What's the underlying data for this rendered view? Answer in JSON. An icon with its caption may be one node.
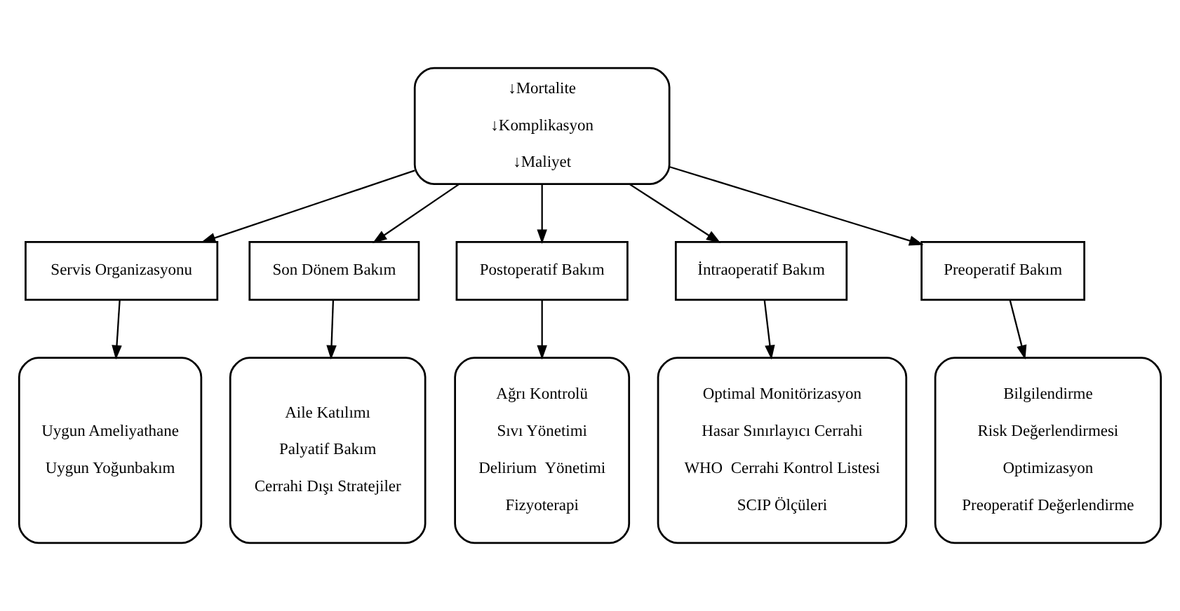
{
  "diagram": {
    "nodes": [
      {
        "text": [
          "↓Mortalite",
          "↓Komplikasyon",
          "↓Maliyet"
        ]
      },
      {
        "text": [
          "Servis Organizasyonu"
        ]
      },
      {
        "text": [
          "Son Dönem Bakım"
        ]
      },
      {
        "text": [
          "Postoperatif Bakım"
        ]
      },
      {
        "text": [
          "İntraoperatif Bakım"
        ]
      },
      {
        "text": [
          "Preoperatif Bakım"
        ]
      },
      {
        "text": [
          "Uygun Ameliyathane",
          "Uygun Yoğunbakım"
        ]
      },
      {
        "text": [
          "Aile Katılımı",
          "Palyatif Bakım",
          "Cerrahi Dışı Stratejiler"
        ]
      },
      {
        "text": [
          "Ağrı Kontrolü",
          "Sıvı Yönetimi",
          "Delirium  Yönetimi",
          "Fizyoterapi"
        ]
      },
      {
        "text": [
          "Optimal Monitörizasyon",
          "Hasar Sınırlayıcı Cerrahi",
          "WHO  Cerrahi Kontrol Listesi",
          "SCIP Ölçüleri"
        ]
      },
      {
        "text": [
          "Bilgilendirme",
          "Risk Değerlendirmesi",
          "Optimizasyon",
          "Preoperatif Değerlendirme"
        ]
      }
    ],
    "edges": [
      {
        "from": 0,
        "to": 1,
        "arrow": "to"
      },
      {
        "from": 0,
        "to": 2,
        "arrow": "to"
      },
      {
        "from": 0,
        "to": 3,
        "arrow": "to"
      },
      {
        "from": 0,
        "to": 4,
        "arrow": "to"
      },
      {
        "from": 0,
        "to": 5,
        "arrow": "to"
      },
      {
        "from": 1,
        "to": 6,
        "arrow": "to"
      },
      {
        "from": 2,
        "to": 7,
        "arrow": "to"
      },
      {
        "from": 3,
        "to": 8,
        "arrow": "to"
      },
      {
        "from": 4,
        "to": 9,
        "arrow": "to"
      },
      {
        "from": 5,
        "to": 10,
        "arrow": "to"
      }
    ]
  }
}
